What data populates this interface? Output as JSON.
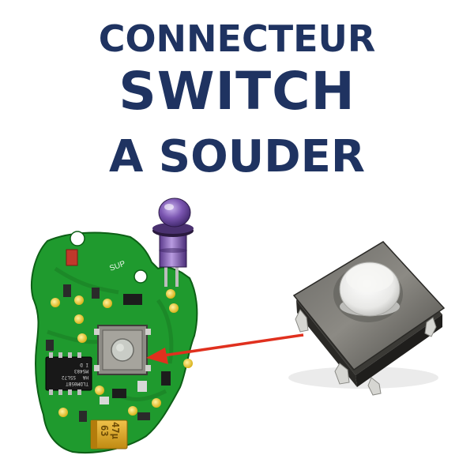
{
  "title": {
    "line1": "CONNECTEUR",
    "line2": "SWITCH",
    "line3": "A SOUDER"
  },
  "pcb_markings": {
    "silkscreen": "SUP",
    "chip_text": [
      "TLDM05BT",
      "HA",
      "S5L72",
      "MS483",
      "I D"
    ],
    "capacitor_value": "47µ",
    "capacitor_code": "63"
  },
  "colors": {
    "title": "#1f3361",
    "pcb": "#1f9a2e",
    "arrow": "#e0301e",
    "led": "#6b4a9c",
    "capacitor": "#d8a21b"
  },
  "icons": {
    "arrow": "arrow-left-icon"
  }
}
